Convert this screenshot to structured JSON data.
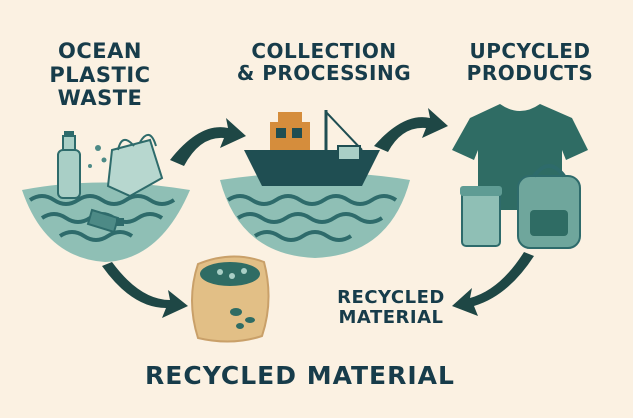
{
  "stages": {
    "ocean": {
      "label": "OCEAN\nPLASTIC\nWASTE"
    },
    "collection": {
      "label": "COLLECTION\n& PROCESSING"
    },
    "upcycled": {
      "label": "UPCYCLED\nPRODUCTS"
    }
  },
  "material_label_right": "RECYCLED\nMATERIAL",
  "material_label_bottom": "RECYCLED MATERIAL",
  "icons": [
    "plastic-bottle-icon",
    "plastic-bag-icon",
    "ocean-waves-icon",
    "fishing-boat-icon",
    "tshirt-icon",
    "cup-icon",
    "backpack-icon",
    "material-sack-icon",
    "arrow-icon"
  ],
  "colors": {
    "background": "#fbf1e2",
    "text": "#173c4a",
    "teal": "#8fbfb5",
    "wave": "#2e6b6b",
    "arrow": "#1e4745",
    "shirt": "#2f6c64",
    "boat_hull": "#1f4e52",
    "cabin": "#d58d3c",
    "sack": "#e2bf86"
  }
}
